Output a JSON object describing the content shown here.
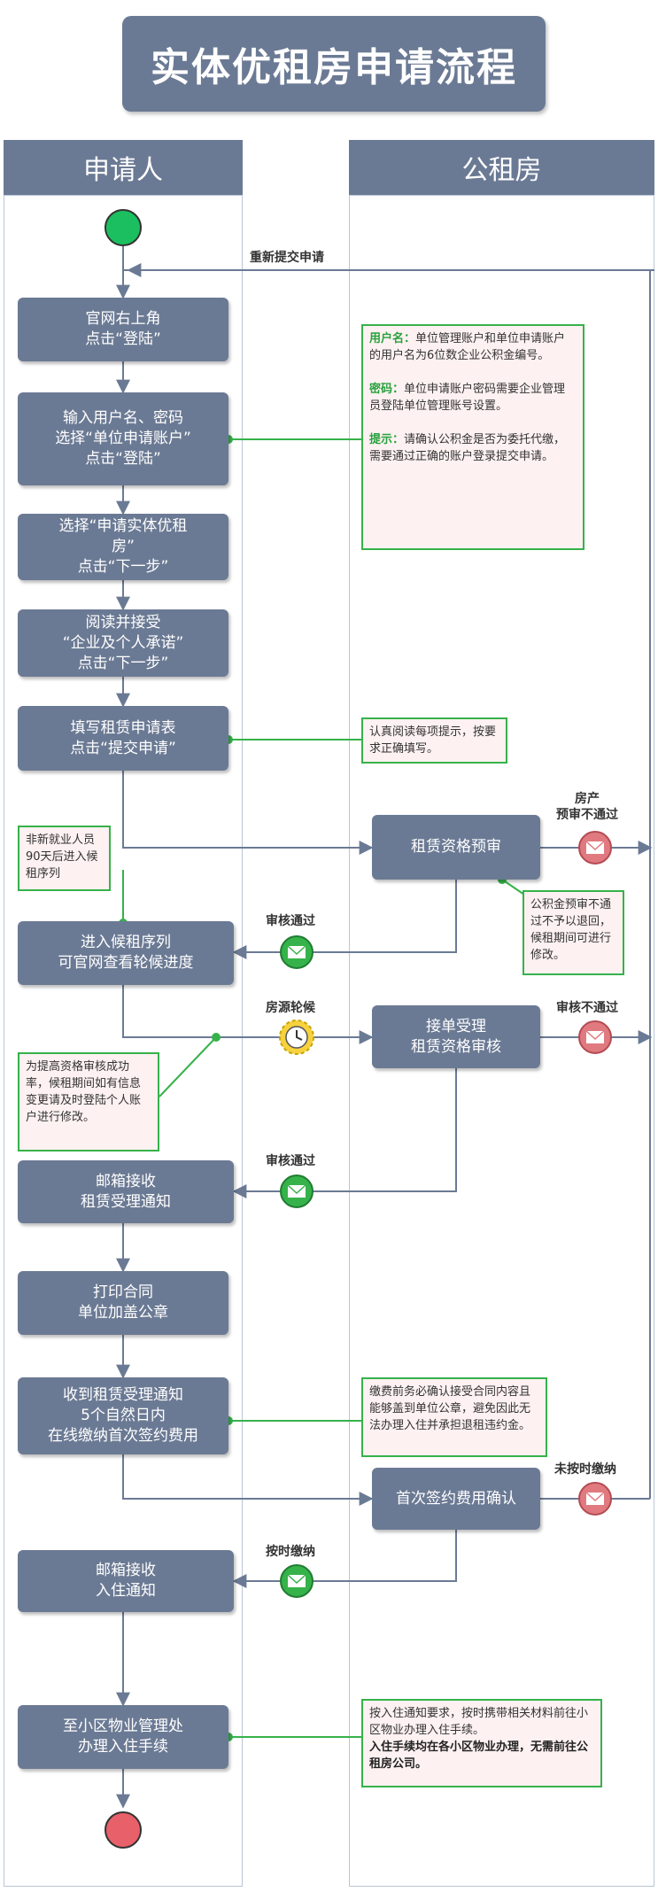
{
  "title": "实体优租房申请流程",
  "lanes": {
    "applicant": "申请人",
    "housing": "公租房"
  },
  "steps": {
    "login": [
      "官网右上角",
      "点击“登陆”"
    ],
    "account": [
      "输入用户名、密码",
      "选择“单位申请账户”",
      "点击“登陆”"
    ],
    "choose": [
      "选择“申请实体优租",
      "房”",
      "点击“下一步”"
    ],
    "agree": [
      "阅读并接受",
      "“企业及个人承诺”",
      "点击“下一步”"
    ],
    "fill": [
      "填写租赁申请表",
      "点击“提交申请”"
    ],
    "prereview": [
      "租赁资格预审"
    ],
    "queue": [
      "进入候租序列",
      "可官网查看轮候进度"
    ],
    "accept": [
      "接单受理",
      "租赁资格审核"
    ],
    "email1": [
      "邮箱接收",
      "租赁受理通知"
    ],
    "print": [
      "打印合同",
      "单位加盖公章"
    ],
    "pay": [
      "收到租赁受理通知",
      "5个自然日内",
      "在线缴纳首次签约费用"
    ],
    "confirm": [
      "首次签约费用确认"
    ],
    "email2": [
      "邮箱接收",
      "入住通知"
    ],
    "checkin": [
      "至小区物业管理处",
      "办理入住手续"
    ]
  },
  "labels": {
    "resubmit": "重新提交申请",
    "prereview_fail": [
      "房产",
      "预审不通过"
    ],
    "pass1": "审核通过",
    "queue_turn": "房源轮候",
    "fail2": "审核不通过",
    "pass2": "审核通过",
    "late": "未按时缴纳",
    "ontime": "按时缴纳"
  },
  "notes": {
    "account": {
      "username_label": "用户名：",
      "username_text": "单位管理账户和单位申请账户的用户名为6位数企业公积金编号。",
      "password_label": "密码：",
      "password_text": "单位申请账户密码需要企业管理员登陆单位管理账号设置。",
      "tip_label": "提示：",
      "tip_text": "请确认公积金是否为委托代缴，需要通过正确的账户登录提交申请。"
    },
    "fill": "认真阅读每项提示，按要求正确填写。",
    "queue": "非新就业人员90天后进入候租序列",
    "prereview": "公积金预审不通过不予以退回，候租期间可进行修改。",
    "queue_tip": "为提高资格审核成功率，候租期间如有信息变更请及时登陆个人账户进行修改。",
    "pay": "缴费前务必确认接受合同内容且能够盖到单位公章，避免因此无法办理入住并承担退租违约金。",
    "checkin_a": "按入住通知要求，按时携带相关材料前往小区物业办理入住手续。",
    "checkin_b": "入住手续均在各小区物业办理，无需前往公租房公司。"
  },
  "colors": {
    "box": "#6b7a94",
    "line": "#6b7a94",
    "green": "#36b24a",
    "red": "#e07a80",
    "yellow": "#f7d23e"
  }
}
